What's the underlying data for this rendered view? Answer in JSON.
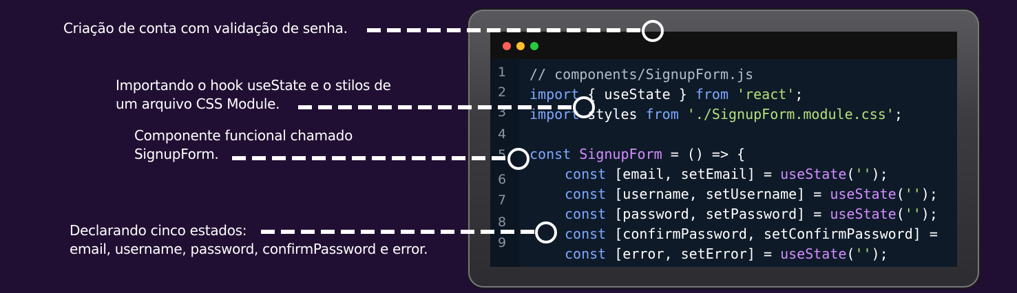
{
  "annotations": [
    {
      "lines": [
        "Criação de conta com validação de senha."
      ]
    },
    {
      "lines": [
        "Importando o hook useState e o stilos de",
        "um arquivo CSS Module."
      ]
    },
    {
      "lines": [
        "Componente funcional chamado",
        "SignupForm."
      ]
    },
    {
      "lines": [
        "Declarando cinco estados:",
        "email, username, password, confirmPassword e error."
      ]
    }
  ],
  "editor": {
    "line_numbers": [
      "1",
      "2",
      "3",
      "4",
      "5",
      "6",
      "7",
      "8",
      "9"
    ],
    "code": {
      "l1": {
        "comment": "// components/SignupForm.js"
      },
      "l2": {
        "kw1": "import",
        "p1": " { useState } ",
        "kw2": "from",
        "sp": " ",
        "str": "'react'",
        "end": ";"
      },
      "l3": {
        "kw1": "import",
        "p1": " styles ",
        "kw2": "from",
        "sp": " ",
        "str": "'./SignupForm.module.css'",
        "end": ";"
      },
      "l5": {
        "kw": "const",
        "sp": " ",
        "name": "SignupForm",
        "rest": " = () => {"
      },
      "l6": {
        "kw": "const",
        "p1": " [email, setEmail] = ",
        "fn": "useState",
        "op": "(",
        "str": "''",
        "end": ");"
      },
      "l7": {
        "kw": "const",
        "p1": " [username, setUsername] = ",
        "fn": "useState",
        "op": "(",
        "str": "''",
        "end": ");"
      },
      "l8": {
        "kw": "const",
        "p1": " [password, setPassword] = ",
        "fn": "useState",
        "op": "(",
        "str": "''",
        "end": ");"
      },
      "l9": {
        "kw": "const",
        "p1": " [confirmPassword, setConfirmPassword] = "
      },
      "l10": {
        "kw": "const",
        "p1": " [error, setError] = ",
        "fn": "useState",
        "op": "(",
        "str": "''",
        "end": ");"
      }
    }
  },
  "colors": {
    "background": "#210f33",
    "keyword": "#7fa9ff",
    "function": "#d58cff",
    "string": "#b6e07a",
    "connector": "#ffffff"
  }
}
